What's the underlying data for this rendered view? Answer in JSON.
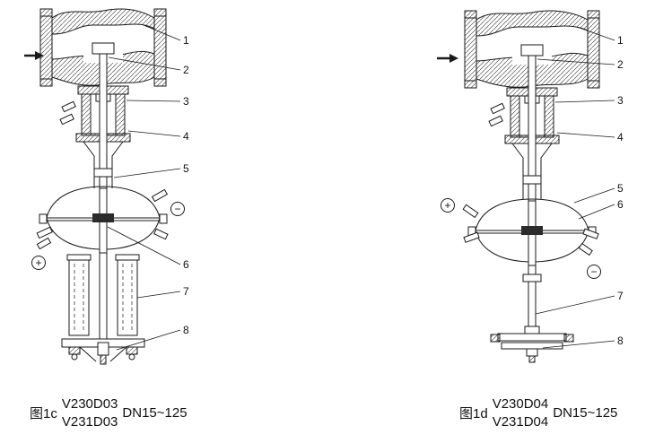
{
  "icons": {
    "flow_arrow": "arrow-right"
  },
  "figures": [
    {
      "caption_label": "图1c",
      "model_top": "V230D03",
      "model_bottom": "V231D03",
      "size_range": "DN15~125",
      "callouts": [
        "1",
        "2",
        "3",
        "4",
        "5",
        "6",
        "7",
        "8"
      ],
      "polarity_upper_right": "−",
      "polarity_lower_left": "+"
    },
    {
      "caption_label": "图1d",
      "model_top": "V230D04",
      "model_bottom": "V231D04",
      "size_range": "DN15~125",
      "callouts": [
        "1",
        "2",
        "3",
        "4",
        "5",
        "6",
        "7",
        "8"
      ],
      "polarity_upper_left": "+",
      "polarity_lower_right": "−"
    }
  ]
}
